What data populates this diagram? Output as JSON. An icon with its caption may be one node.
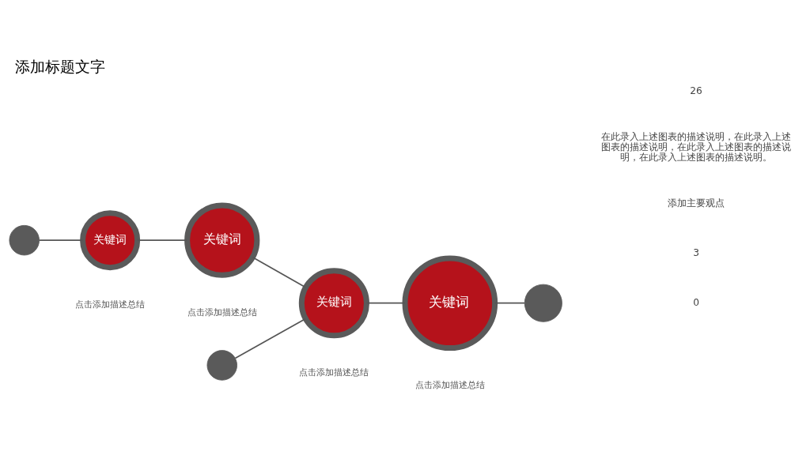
{
  "diagram": {
    "title": "添加标题文字",
    "nodes": [
      {
        "text": [],
        "shape": "circle"
      },
      {
        "text": [
          "关键词"
        ],
        "beside": [
          "点击添加描述总结"
        ]
      },
      {
        "text": [
          "关键词"
        ],
        "beside": [
          "点击添加描述总结"
        ]
      },
      {
        "text": [],
        "shape": "circle"
      },
      {
        "text": [
          "关键词"
        ],
        "beside": [
          "点击添加描述总结"
        ]
      },
      {
        "text": [
          "关键词"
        ],
        "beside": [
          "点击添加描述总结"
        ]
      },
      {
        "text": [],
        "shape": "circle"
      }
    ],
    "edges": [
      {
        "from": 0,
        "to": 1,
        "arrow": "none"
      },
      {
        "from": 1,
        "to": 2,
        "arrow": "none"
      },
      {
        "from": 2,
        "to": 4,
        "arrow": "none"
      },
      {
        "from": 3,
        "to": 4,
        "arrow": "none"
      },
      {
        "from": 4,
        "to": 5,
        "arrow": "none"
      },
      {
        "from": 5,
        "to": 6,
        "arrow": "none"
      }
    ],
    "labels": [
      "0",
      "3",
      "添加主要观点",
      "在此录入上述图表的描述说明，在此录入上述图表的描述说明，在此录入上述图表的描述说明，在此录入上述图表的描述说明。",
      "26"
    ]
  }
}
